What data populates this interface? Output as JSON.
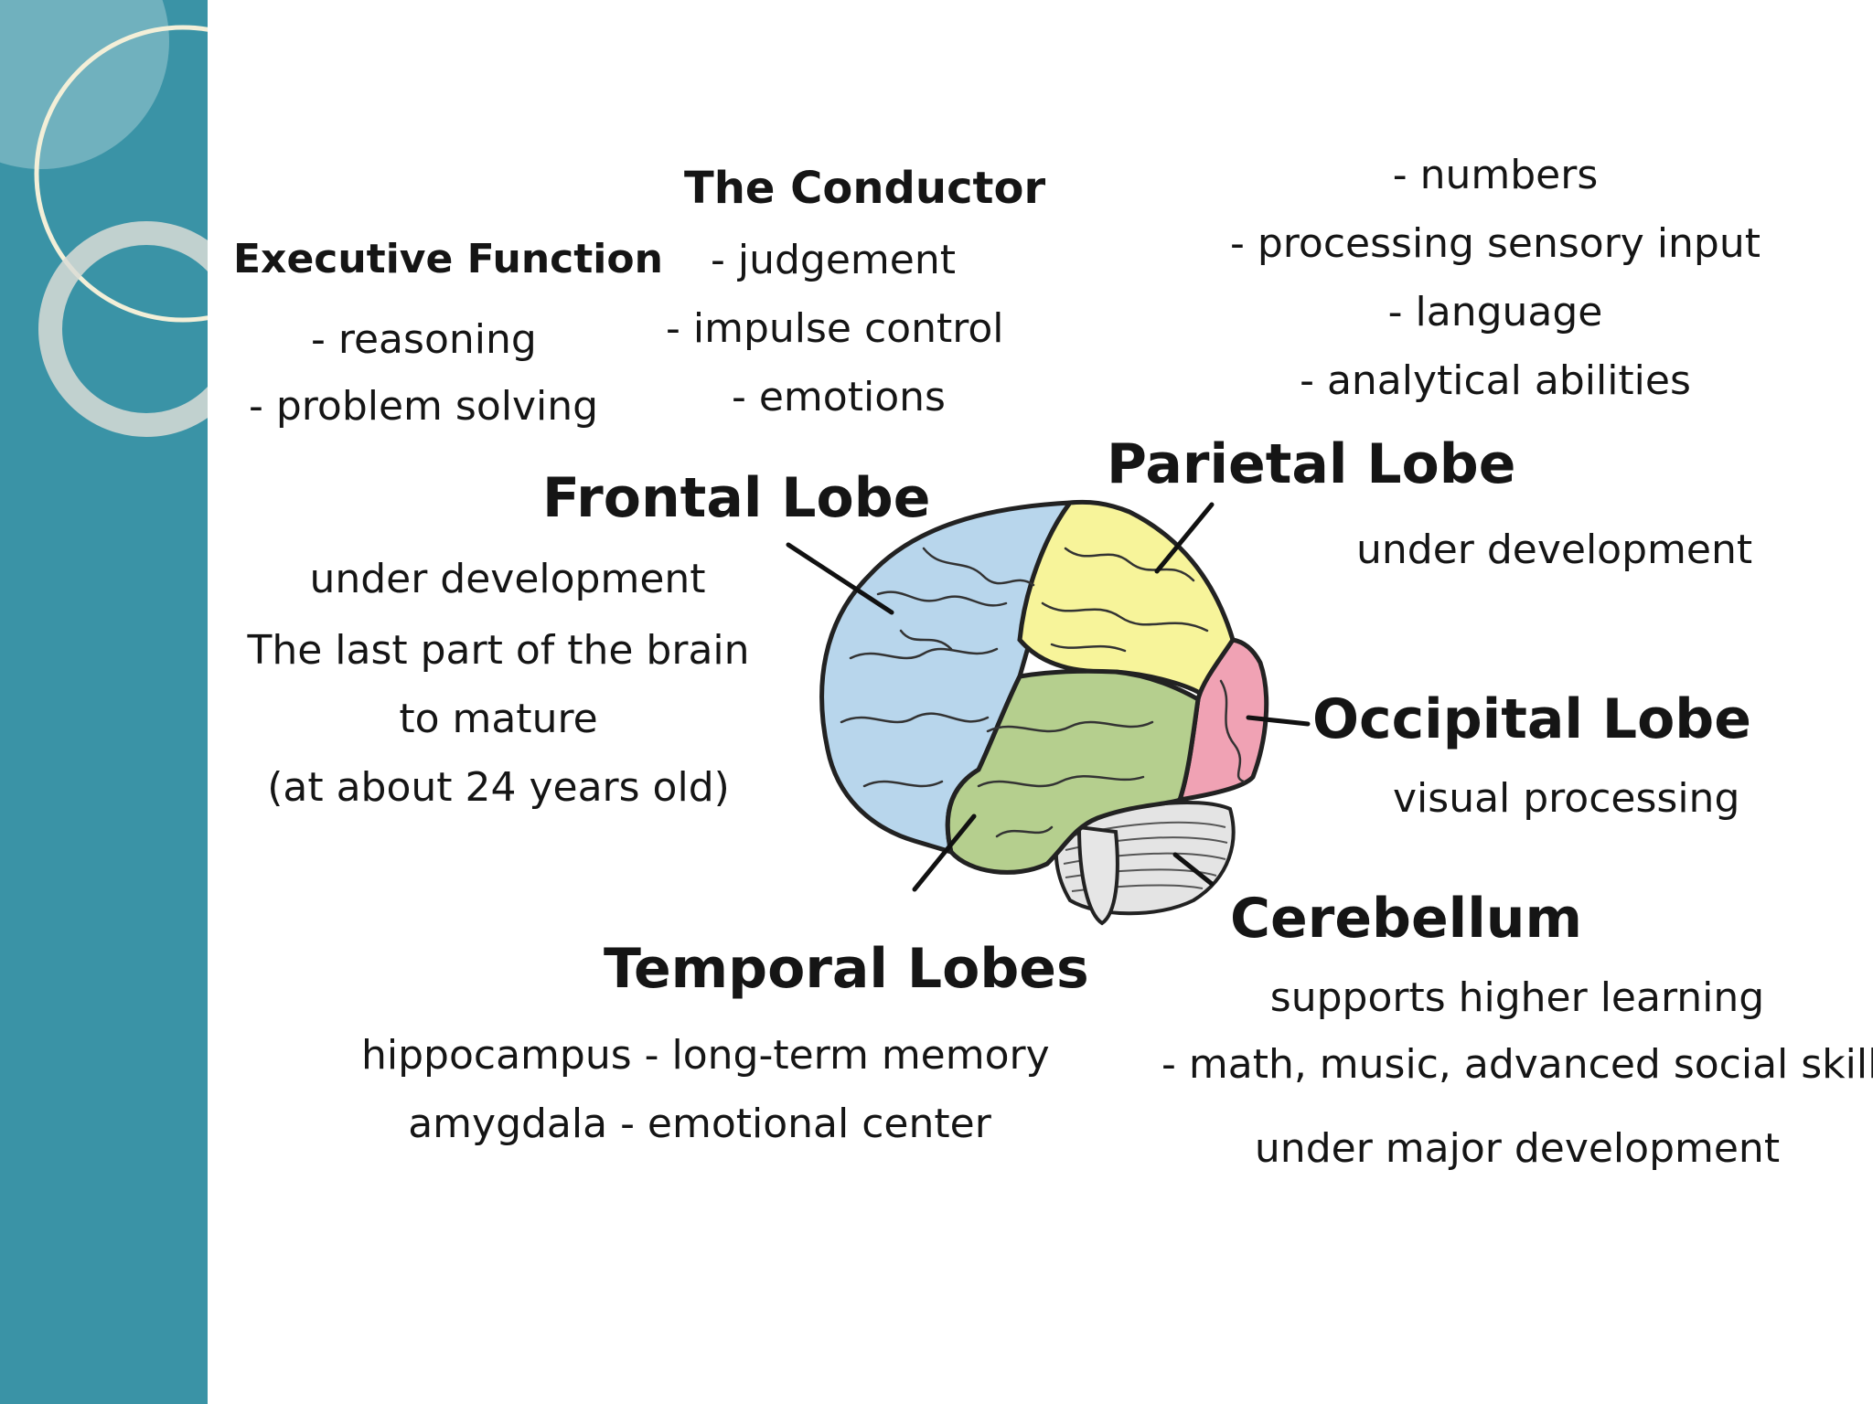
{
  "colors": {
    "sidebar": "#3a93a6",
    "frontal": "#b8d6ec",
    "parietal": "#f7f49a",
    "temporal": "#b5cf8e",
    "occipital": "#f0a2b4",
    "cerebellum": "#e4e4e4"
  },
  "executive": {
    "title": "Executive Function",
    "item1": "- reasoning",
    "item2": "- problem solving"
  },
  "conductor": {
    "title": "The Conductor",
    "item1": "- judgement",
    "item2": "- impulse control",
    "item3": "- emotions"
  },
  "parietal_list": {
    "item1": "- numbers",
    "item2": "- processing sensory input",
    "item3": "- language",
    "item4": "- analytical abilities"
  },
  "frontal": {
    "label": "Frontal Lobe",
    "line1": "under development",
    "line2": "The last part of the brain",
    "line3": "to mature",
    "line4": "(at about 24 years old)"
  },
  "parietal": {
    "label": "Parietal Lobe",
    "line1": "under development"
  },
  "occipital": {
    "label": "Occipital Lobe",
    "line1": "visual processing"
  },
  "cerebellum": {
    "label": "Cerebellum",
    "line1": "supports higher learning",
    "line2": "- math, music, advanced social skills",
    "line3": "under major development"
  },
  "temporal": {
    "label": "Temporal Lobes",
    "line1": "hippocampus - long-term memory",
    "line2": "amygdala - emotional center"
  }
}
